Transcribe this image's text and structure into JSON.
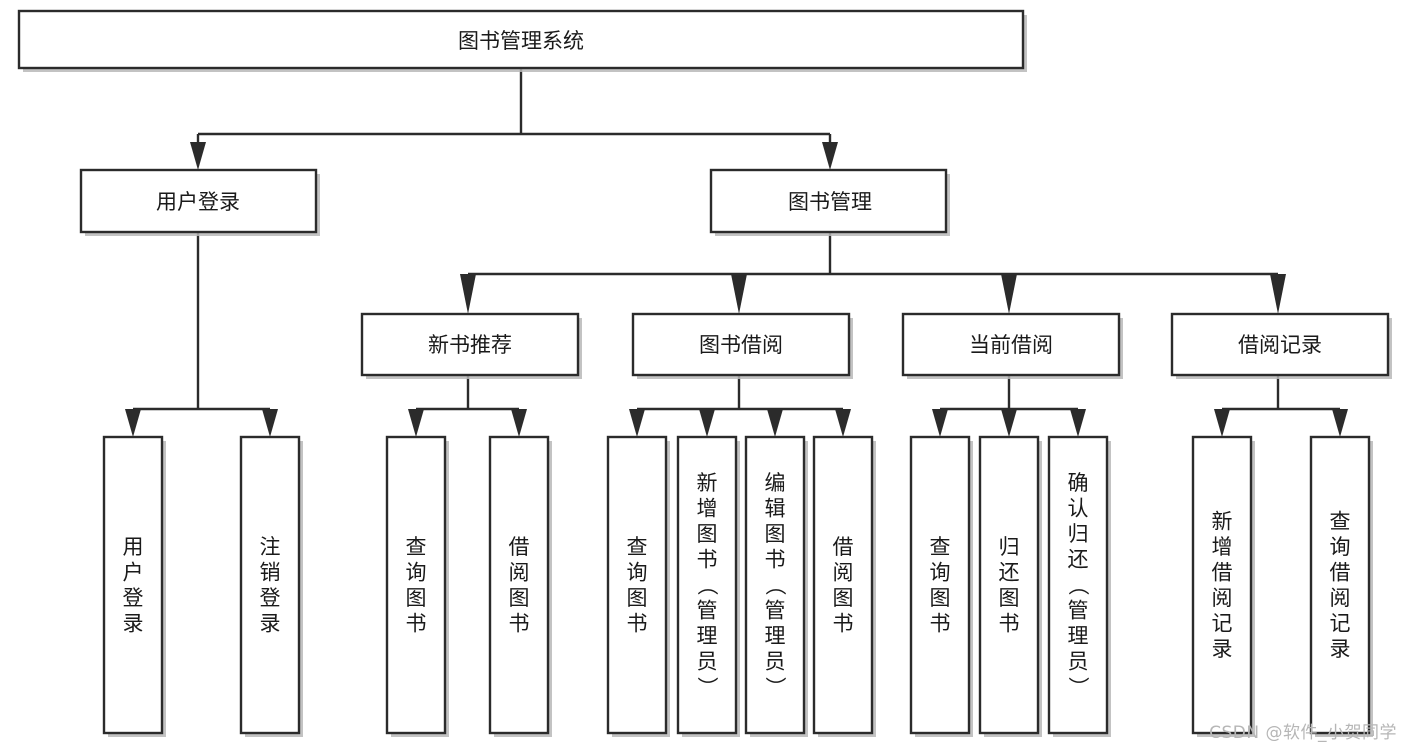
{
  "diagram": {
    "title": "图书管理系统",
    "type": "tree",
    "orientation": "top-down",
    "background_color": "#ffffff",
    "box_fill": "#ffffff",
    "box_stroke": "#2b2b2b",
    "text_color": "#1a1a1a",
    "levels": 4,
    "root": {
      "id": "root",
      "label": "图书管理系统",
      "orientation": "horizontal"
    },
    "level2": [
      {
        "id": "user-login",
        "label": "用户登录",
        "orientation": "horizontal"
      },
      {
        "id": "book-manage",
        "label": "图书管理",
        "orientation": "horizontal"
      }
    ],
    "level3": [
      {
        "id": "new-book-recommend",
        "label": "新书推荐",
        "orientation": "horizontal",
        "parent": "book-manage"
      },
      {
        "id": "book-borrow",
        "label": "图书借阅",
        "orientation": "horizontal",
        "parent": "book-manage"
      },
      {
        "id": "current-borrow",
        "label": "当前借阅",
        "orientation": "horizontal",
        "parent": "book-manage"
      },
      {
        "id": "borrow-record",
        "label": "借阅记录",
        "orientation": "horizontal",
        "parent": "book-manage"
      }
    ],
    "leaves": [
      {
        "id": "leaf-user-login",
        "label": "用户登录",
        "orientation": "vertical",
        "parent": "user-login"
      },
      {
        "id": "leaf-logout",
        "label": "注销登录",
        "orientation": "vertical",
        "parent": "user-login"
      },
      {
        "id": "leaf-query-book-1",
        "label": "查询图书",
        "orientation": "vertical",
        "parent": "new-book-recommend"
      },
      {
        "id": "leaf-borrow-book-1",
        "label": "借阅图书",
        "orientation": "vertical",
        "parent": "new-book-recommend"
      },
      {
        "id": "leaf-query-book-2",
        "label": "查询图书",
        "orientation": "vertical",
        "parent": "book-borrow"
      },
      {
        "id": "leaf-add-book",
        "label": "新增图书（管理员）",
        "orientation": "vertical",
        "parent": "book-borrow"
      },
      {
        "id": "leaf-edit-book",
        "label": "编辑图书（管理员）",
        "orientation": "vertical",
        "parent": "book-borrow"
      },
      {
        "id": "leaf-borrow-book-2",
        "label": "借阅图书",
        "orientation": "vertical",
        "parent": "book-borrow"
      },
      {
        "id": "leaf-query-book-3",
        "label": "查询图书",
        "orientation": "vertical",
        "parent": "current-borrow"
      },
      {
        "id": "leaf-return-book",
        "label": "归还图书",
        "orientation": "vertical",
        "parent": "current-borrow"
      },
      {
        "id": "leaf-confirm-return",
        "label": "确认归还（管理员）",
        "orientation": "vertical",
        "parent": "current-borrow"
      },
      {
        "id": "leaf-add-record",
        "label": "新增借阅记录",
        "orientation": "vertical",
        "parent": "borrow-record"
      },
      {
        "id": "leaf-query-record",
        "label": "查询借阅记录",
        "orientation": "vertical",
        "parent": "borrow-record"
      }
    ]
  },
  "watermark": {
    "text": "CSDN @软件_小贺同学"
  }
}
